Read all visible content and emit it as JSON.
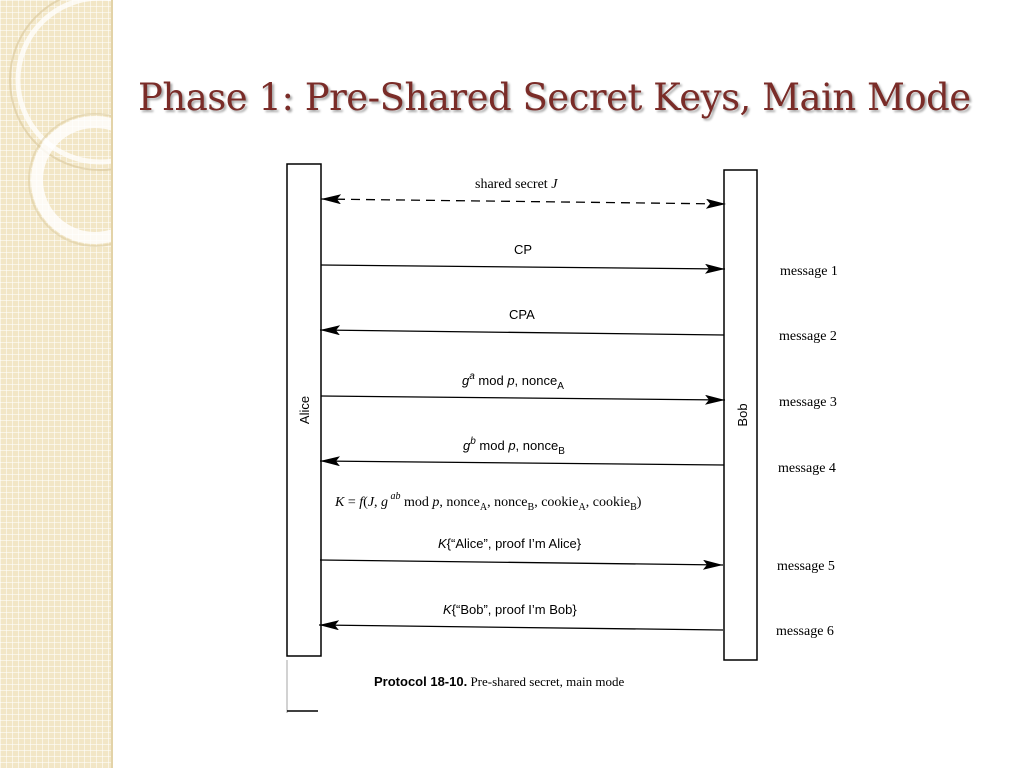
{
  "slide": {
    "title": "Phase 1: Pre-Shared Secret Keys, Main Mode"
  },
  "diagram": {
    "participants": [
      {
        "id": "alice",
        "label": "Alice"
      },
      {
        "id": "bob",
        "label": "Bob"
      }
    ],
    "shared_secret": {
      "text": "shared secret ",
      "var": "J",
      "style": "dashed",
      "direction": "both"
    },
    "messages": [
      {
        "label": "message 1",
        "from": "Alice",
        "to": "Bob",
        "content": "CP"
      },
      {
        "label": "message 2",
        "from": "Bob",
        "to": "Alice",
        "content": "CPA"
      },
      {
        "label": "message 3",
        "from": "Alice",
        "to": "Bob",
        "content": "g^a mod p, nonce_A"
      },
      {
        "label": "message 4",
        "from": "Bob",
        "to": "Alice",
        "content": "g^b mod p, nonce_B"
      },
      {
        "label": "message 5",
        "from": "Alice",
        "to": "Bob",
        "content": "K{“Alice”, proof I’m Alice}"
      },
      {
        "label": "message 6",
        "from": "Bob",
        "to": "Alice",
        "content": "K{“Bob”, proof I’m Bob}"
      }
    ],
    "key_formula": "K = f(J, g^ab mod p, nonce_A, nonce_B, cookie_A, cookie_B)",
    "caption": {
      "label": "Protocol 18-10.",
      "text": " Pre-shared secret, main mode"
    }
  }
}
